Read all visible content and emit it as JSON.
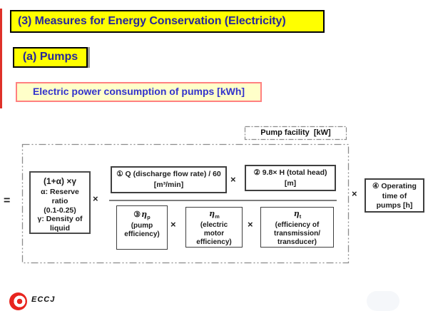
{
  "header": {
    "title": "(3) Measures for Energy Conservation (Electricity)",
    "section": "(a) Pumps",
    "banner": "Electric power consumption of pumps [kWh]"
  },
  "diagram": {
    "facility_label": "Pump facility  [kW]",
    "equals_sign": "=",
    "multiply_sign": "×",
    "coefficient_box": {
      "formula": "(1+α) ×γ",
      "notes": "α: Reserve\nratio\n(0.1-0.25)\nγ: Density of\nliquid"
    },
    "flow_box": "① Q (discharge flow rate) / 60\n[m³/min]",
    "head_box": "② 9.8× H (total head)\n[m]",
    "pump_eff_box": {
      "prefix": "③",
      "symbol": "η",
      "subscript": "p",
      "caption": "(pump\nefficiency)"
    },
    "motor_eff_box": {
      "prefix": "",
      "symbol": "η",
      "subscript": "m",
      "caption": "(electric\nmotor\nefficiency)"
    },
    "trans_eff_box": {
      "prefix": "",
      "symbol": "η",
      "subscript": "t",
      "caption": "(efficiency of\ntransmission/\ntransducer)"
    },
    "operating_box": "④ Operating\ntime of\npumps [h]"
  },
  "footer": {
    "logo_text": "ECCJ"
  },
  "colors": {
    "highlight_yellow": "#ffff00",
    "title_blue": "#26269c",
    "banner_blue": "#3333cc",
    "banner_border": "#ff8080",
    "logo_red": "#e8251f"
  }
}
